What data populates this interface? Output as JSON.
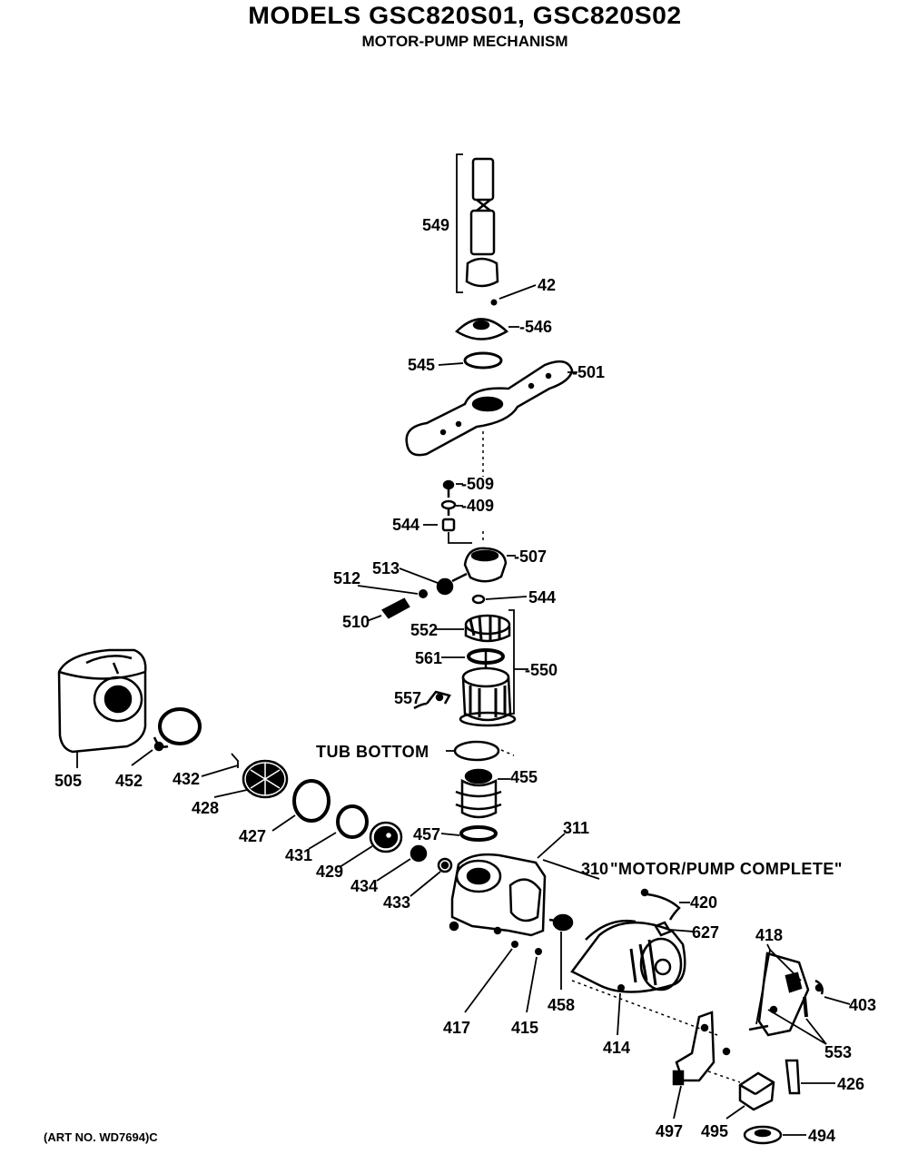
{
  "header": {
    "title": "MODELS GSC820S01, GSC820S02",
    "subtitle": "MOTOR-PUMP MECHANISM"
  },
  "labels": {
    "p549": "549",
    "p42": "42",
    "p546": "-546",
    "p545": "545",
    "p501": "-501",
    "p509": "-509",
    "p409": "-409",
    "p544a": "544",
    "p507": "-507",
    "p513": "513",
    "p512": "512",
    "p544b": "544",
    "p510": "510",
    "p552": "552",
    "p561": "561",
    "p550": "-550",
    "p557": "557",
    "p505": "505",
    "p452": "452",
    "p432": "432",
    "p428": "428",
    "p427": "427",
    "p431": "431",
    "p429": "429",
    "p434": "434",
    "p433": "433",
    "p455": "455",
    "p457": "457",
    "p311": "311",
    "p310": "310",
    "p420": "420",
    "p627": "627",
    "p418": "418",
    "p403": "403",
    "p417": "417",
    "p415": "415",
    "p458": "458",
    "p414": "414",
    "p553": "553",
    "p426": "426",
    "p497": "497",
    "p495": "495",
    "p494": "494"
  },
  "callouts": {
    "tub_bottom": "TUB BOTTOM",
    "motor_pump_complete": "\"MOTOR/PUMP COMPLETE\""
  },
  "footer": {
    "art_number": "(ART NO. WD7694)C"
  }
}
